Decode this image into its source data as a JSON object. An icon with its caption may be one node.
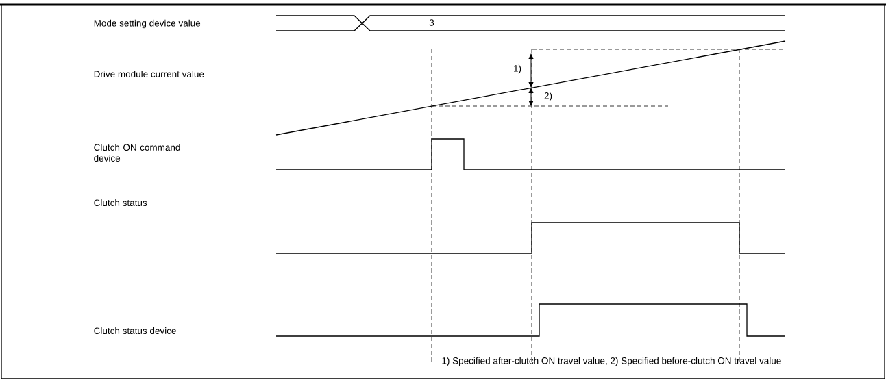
{
  "diagram": {
    "caption": "1) Specified after-clutch ON travel value, 2) Specified before-clutch ON travel value",
    "labels": [
      "Mode setting device value",
      "3",
      "Drive module current value",
      "1)",
      "2)",
      "Clutch ON command device",
      "Clutch status",
      "Clutch status device"
    ]
  }
}
